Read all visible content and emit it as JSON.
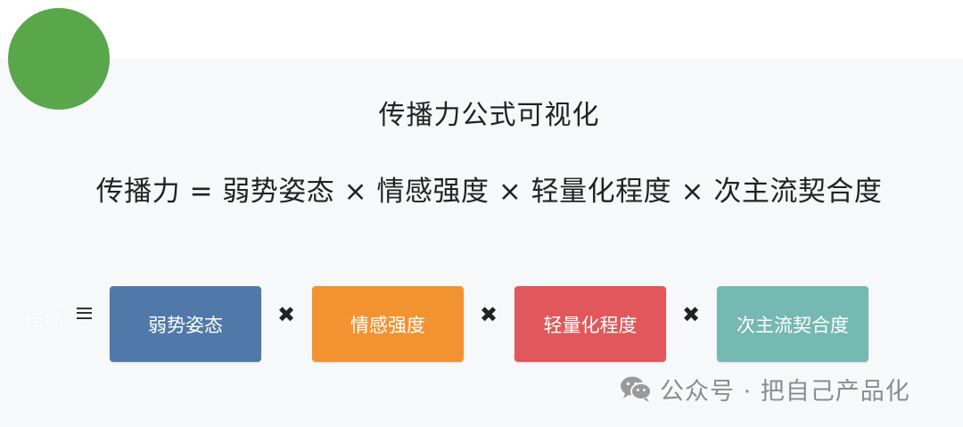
{
  "title": "传播力公式可视化",
  "formula": "传播力 = 弱势姿态 × 情感强度 × 轻量化程度 × 次主流契合度",
  "diagram": {
    "lhs_label": "传播力",
    "factors": [
      {
        "label": "弱势姿态",
        "color": "#5079aa"
      },
      {
        "label": "情感强度",
        "color": "#f39231"
      },
      {
        "label": "轻量化程度",
        "color": "#e1575b"
      },
      {
        "label": "次主流契合度",
        "color": "#76b8b2"
      }
    ],
    "operator": "✖"
  },
  "watermark": "公众号 · 把自己产品化",
  "colors": {
    "circle": "#5aa64b",
    "panel": "#f7f8f9"
  }
}
